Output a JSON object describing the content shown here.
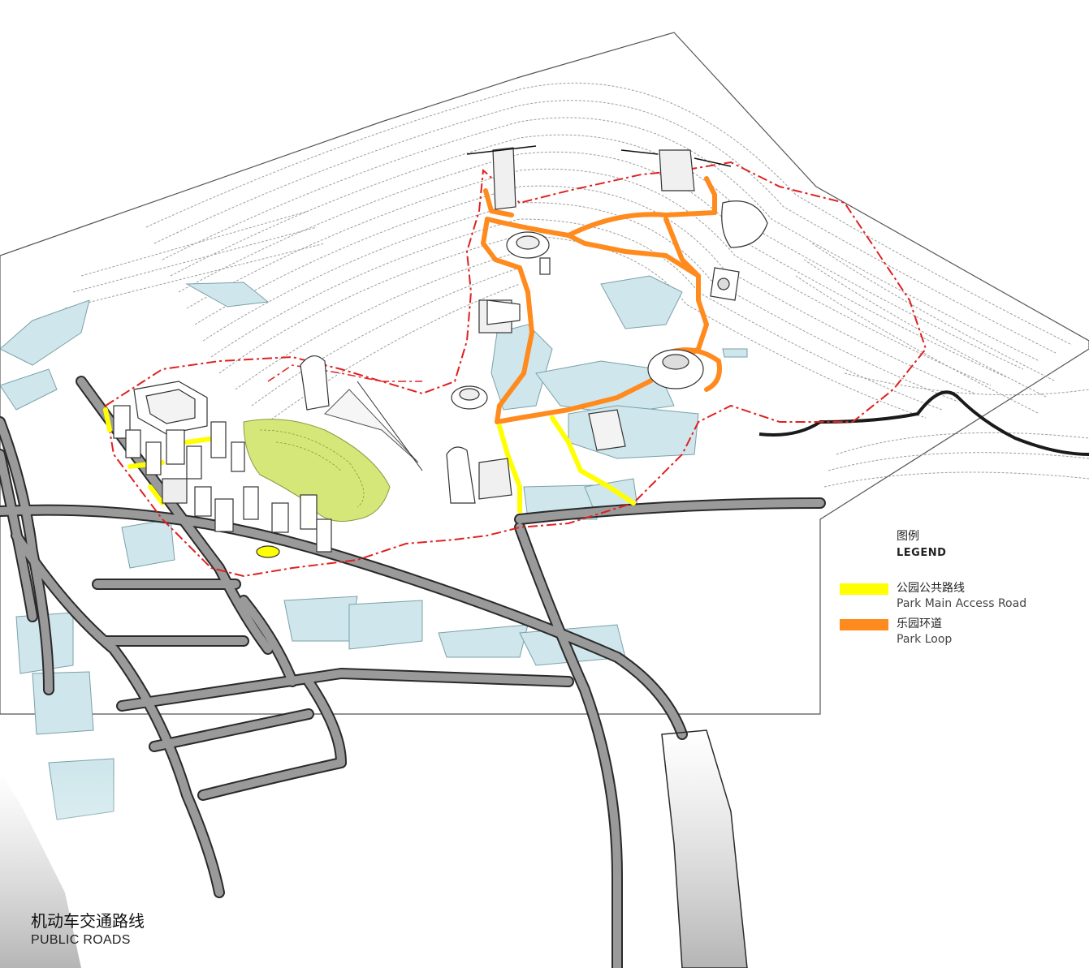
{
  "legend": {
    "title_cn": "图例",
    "title_en": "LEGEND",
    "items": [
      {
        "label_cn": "公园公共路线",
        "label_en": "Park Main Access Road",
        "color": "#ffff00"
      },
      {
        "label_cn": "乐园环道",
        "label_en": "Park Loop",
        "color": "#ff8a1e"
      }
    ]
  },
  "caption": {
    "title_cn": "机动车交通路线",
    "title_en": "PUBLIC ROADS"
  },
  "colors": {
    "public_road": "#9a9a9a",
    "road_outline": "#2a2a2a",
    "park_boundary": "#e02020",
    "water": "#cfe7ec",
    "green_area": "#d6e77a",
    "contour": "#9d9d9d"
  }
}
